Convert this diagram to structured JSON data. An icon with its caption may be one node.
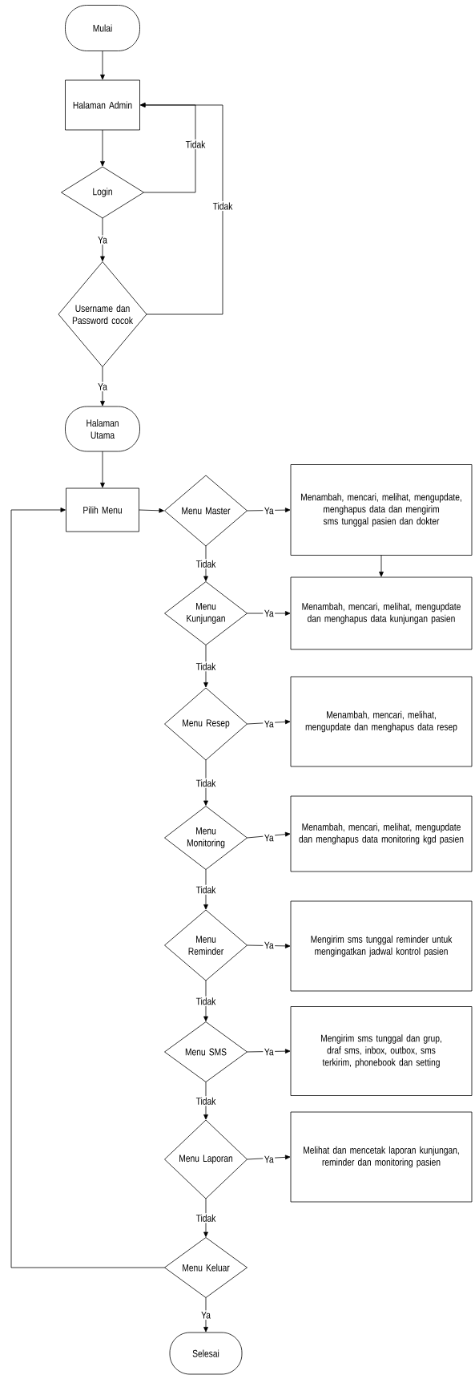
{
  "diagram": {
    "nodes": [
      {
        "text": [
          "Mulai"
        ]
      },
      {
        "text": [
          "Halaman Admin"
        ]
      },
      {
        "text": [
          "Login"
        ]
      },
      {
        "text": [
          "Username dan Password cocok"
        ]
      },
      {
        "text": [
          "Halaman Utama"
        ]
      },
      {
        "text": [
          "Pilih Menu"
        ]
      },
      {
        "text": [
          "Menu Master"
        ]
      },
      {
        "text": [
          "Menambah, mencari, melihat, mengupdate, menghapus data dan mengirim sms tunggal pasien dan dokter"
        ]
      },
      {
        "text": [
          "Menu Kunjungan"
        ]
      },
      {
        "text": [
          "Menambah, mencari, melihat, mengupdate dan menghapus data kunjungan pasien"
        ]
      },
      {
        "text": [
          "Menu Resep"
        ]
      },
      {
        "text": [
          "Menambah, mencari, melihat, mengupdate dan menghapus data resep"
        ]
      },
      {
        "text": [
          "Menu Monitoring"
        ]
      },
      {
        "text": [
          "Menambah, mencari, melihat, mengupdate dan menghapus data monitoring kgd pasien"
        ]
      },
      {
        "text": [
          "Menu Reminder"
        ]
      },
      {
        "text": [
          "Mengirim sms tunggal reminder untuk mengingatkan jadwal kontrol pasien"
        ]
      },
      {
        "text": [
          "Menu SMS"
        ]
      },
      {
        "text": [
          "Mengirim sms tunggal dan grup, draf sms, inbox, outbox, sms terkirim, phonebook dan setting"
        ]
      },
      {
        "text": [
          "Menu Laporan"
        ]
      },
      {
        "text": [
          "Melihat dan mencetak laporan kunjungan, reminder dan monitoring pasien"
        ]
      },
      {
        "text": [
          "Menu Keluar"
        ]
      },
      {
        "text": [
          "Selesai"
        ]
      }
    ],
    "edges": [
      {
        "from": 0,
        "to": 1,
        "arrow": "to"
      },
      {
        "from": 1,
        "to": 2,
        "arrow": "to"
      },
      {
        "from": 2,
        "to": 3,
        "arrow": "to",
        "label": "Ya"
      },
      {
        "from": 2,
        "to": 1,
        "arrow": "to",
        "label": "Tidak"
      },
      {
        "from": 3,
        "to": 1,
        "arrow": "to",
        "label": "Tidak"
      },
      {
        "from": 3,
        "to": 4,
        "arrow": "to",
        "label": "Ya"
      },
      {
        "from": 4,
        "to": 5,
        "arrow": "to"
      },
      {
        "from": 5,
        "to": 6,
        "arrow": "to"
      },
      {
        "from": 6,
        "to": 7,
        "arrow": "to",
        "label": "Ya"
      },
      {
        "from": 6,
        "to": 8,
        "arrow": "to",
        "label": "Tidak"
      },
      {
        "from": 7,
        "to": 9,
        "arrow": "to"
      },
      {
        "from": 8,
        "to": 9,
        "arrow": "to",
        "label": "Ya"
      },
      {
        "from": 8,
        "to": 10,
        "arrow": "to",
        "label": "Tidak"
      },
      {
        "from": 10,
        "to": 11,
        "arrow": "to",
        "label": "Ya"
      },
      {
        "from": 10,
        "to": 12,
        "arrow": "to",
        "label": "Tidak"
      },
      {
        "from": 12,
        "to": 13,
        "arrow": "to",
        "label": "Ya"
      },
      {
        "from": 12,
        "to": 14,
        "arrow": "to",
        "label": "Tidak"
      },
      {
        "from": 14,
        "to": 15,
        "arrow": "to",
        "label": "Ya"
      },
      {
        "from": 14,
        "to": 16,
        "arrow": "to",
        "label": "Tidak"
      },
      {
        "from": 16,
        "to": 17,
        "arrow": "to",
        "label": "Ya"
      },
      {
        "from": 16,
        "to": 18,
        "arrow": "to",
        "label": "Tidak"
      },
      {
        "from": 18,
        "to": 19,
        "arrow": "to",
        "label": "Ya"
      },
      {
        "from": 18,
        "to": 20,
        "arrow": "to",
        "label": "Tidak"
      },
      {
        "from": 20,
        "to": 5,
        "arrow": "to"
      },
      {
        "from": 20,
        "to": 21,
        "arrow": "to",
        "label": "Ya"
      }
    ]
  }
}
